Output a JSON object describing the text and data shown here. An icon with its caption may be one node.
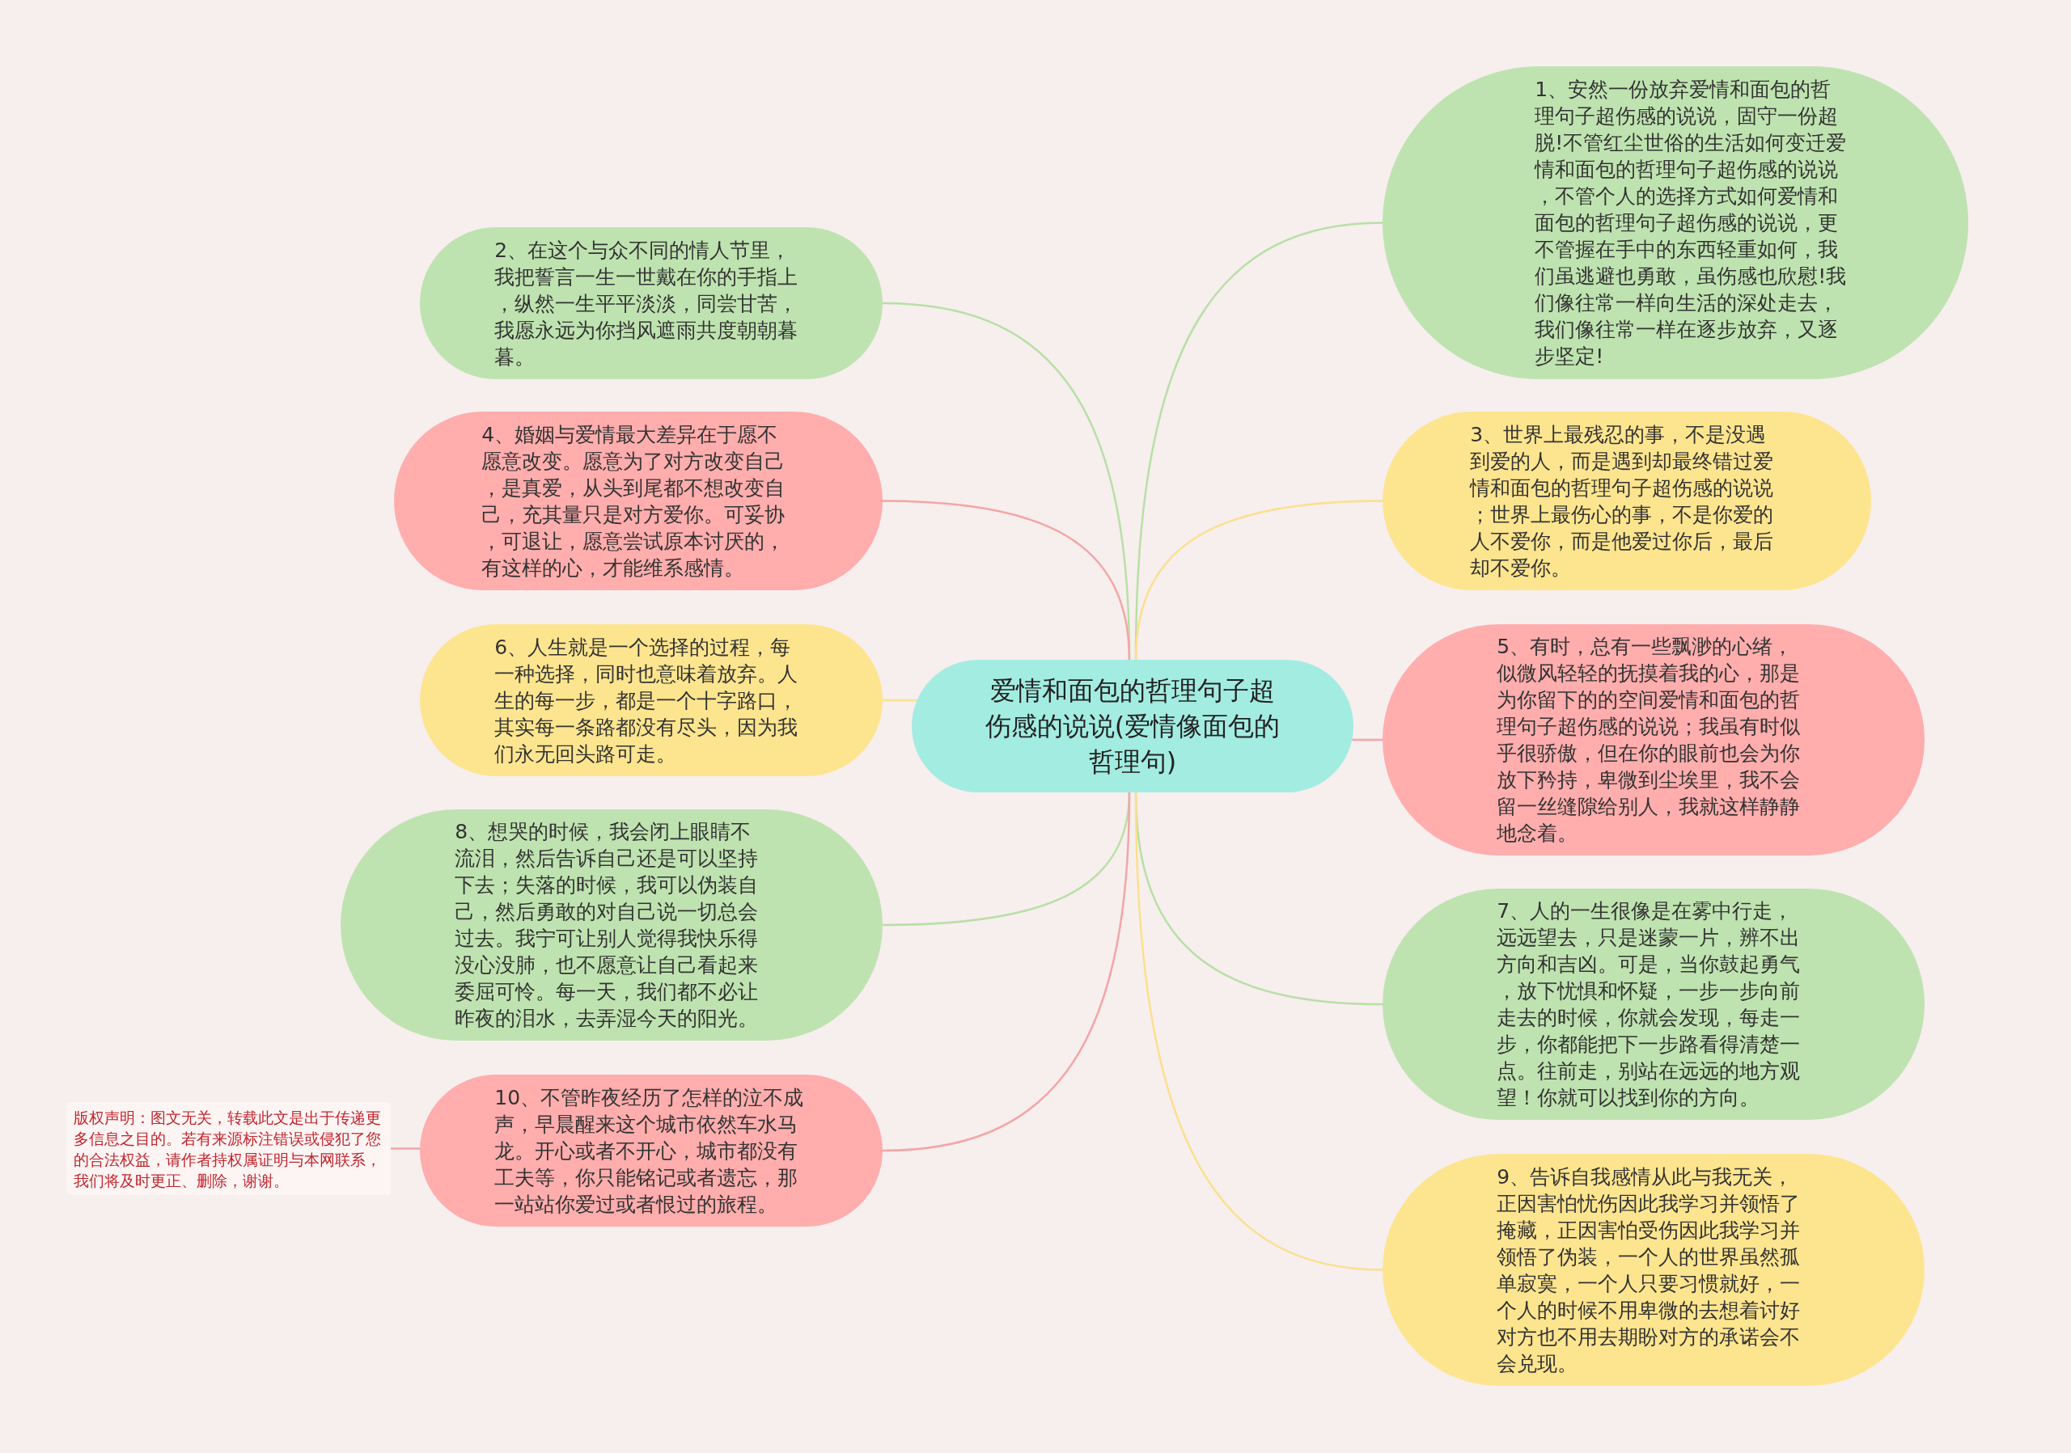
{
  "diagram": {
    "nodes": [
      {
        "text": [
          "爱情和面包的哲理句子超伤感的说说(爱情像面包的哲理句)"
        ]
      },
      {
        "text": [
          "1、安然一份放弃爱情和面包的哲理句子超伤感的说说，固守一份超脱!不管红尘世俗的生活如何变迁爱情和面包的哲理句子超伤感的说说，不管个人的选择方式如何爱情和面包的哲理句子超伤感的说说，更不管握在手中的东西轻重如何，我们虽逃避也勇敢，虽伤感也欣慰!我们像往常一样向生活的深处走去，我们像往常一样在逐步放弃，又逐步坚定!"
        ]
      },
      {
        "text": [
          "2、在这个与众不同的情人节里，我把誓言一生一世戴在你的手指上，纵然一生平平淡淡，同尝甘苦，我愿永远为你挡风遮雨共度朝朝暮暮。"
        ]
      },
      {
        "text": [
          "3、世界上最残忍的事，不是没遇到爱的人，而是遇到却最终错过爱情和面包的哲理句子超伤感的说说；世界上最伤心的事，不是你爱的人不爱你，而是他爱过你后，最后却不爱你。"
        ]
      },
      {
        "text": [
          "4、婚姻与爱情最大差异在于愿不愿意改变。愿意为了对方改变自己，是真爱，从头到尾都不想改变自己，充其量只是对方爱你。可妥协，可退让，愿意尝试原本讨厌的，有这样的心，才能维系感情。"
        ]
      },
      {
        "text": [
          "5、有时，总有一些飘渺的心绪，似微风轻轻的抚摸着我的心，那是为你留下的的空间爱情和面包的哲理句子超伤感的说说；我虽有时似乎很骄傲，但在你的眼前也会为你放下矜持，卑微到尘埃里，我不会留一丝缝隙给别人，我就这样静静地念着。"
        ]
      },
      {
        "text": [
          "6、人生就是一个选择的过程，每一种选择，同时也意味着放弃。人生的每一步，都是一个十字路口，其实每一条路都没有尽头，因为我们永无回头路可走。"
        ]
      },
      {
        "text": [
          "7、人的一生很像是在雾中行走，远远望去，只是迷蒙一片，辨不出方向和吉凶。可是，当你鼓起勇气，放下忧惧和怀疑，一步一步向前走去的时候，你就会发现，每走一步，你都能把下一步路看得清楚一点。往前走，别站在远远的地方观望！你就可以找到你的方向。"
        ]
      },
      {
        "text": [
          "8、想哭的时候，我会闭上眼睛不流泪，然后告诉自己还是可以坚持下去；失落的时候，我可以伪装自己，然后勇敢的对自己说一切总会过去。我宁可让别人觉得我快乐得没心没肺，也不愿意让自己看起来委屈可怜。每一天，我们都不必让昨夜的泪水，去弄湿今天的阳光。"
        ]
      },
      {
        "text": [
          "9、告诉自我感情从此与我无关，正因害怕忧伤因此我学习并领悟了掩藏，正因害怕受伤因此我学习并领悟了伪装，一个人的世界虽然孤单寂寞，一个人只要习惯就好，一个人的时候不用卑微的去想着讨好对方也不用去期盼对方的承诺会不会兑现。"
        ]
      },
      {
        "text": [
          "10、不管昨夜经历了怎样的泣不成声，早晨醒来这个城市依然车水马龙。开心或者不开心，城市都没有工夫等，你只能铭记或者遗忘，那一站站你爱过或者恨过的旅程。"
        ]
      },
      {
        "text": [
          "版权声明：图文无关，转载此文是出于传递更多信息之目的。若有来源标注错误或侵犯了您的合法权益，请作者持权属证明与本网联系，我们将及时更正、删除，谢谢。"
        ]
      }
    ],
    "edges": [
      {
        "from": 0,
        "to": 1,
        "arrow": "none",
        "color": "#b7e0a5"
      },
      {
        "from": 0,
        "to": 2,
        "arrow": "none",
        "color": "#b7e0a5"
      },
      {
        "from": 0,
        "to": 3,
        "arrow": "none",
        "color": "#fbe08c"
      },
      {
        "from": 0,
        "to": 4,
        "arrow": "none",
        "color": "#f4a5a5"
      },
      {
        "from": 0,
        "to": 5,
        "arrow": "none",
        "color": "#f4a5a5"
      },
      {
        "from": 0,
        "to": 6,
        "arrow": "none",
        "color": "#fbe08c"
      },
      {
        "from": 0,
        "to": 7,
        "arrow": "none",
        "color": "#b7e0a5"
      },
      {
        "from": 0,
        "to": 8,
        "arrow": "none",
        "color": "#b7e0a5"
      },
      {
        "from": 0,
        "to": 9,
        "arrow": "none",
        "color": "#fbe08c"
      },
      {
        "from": 0,
        "to": 10,
        "arrow": "none",
        "color": "#f4a5a5"
      },
      {
        "from": 10,
        "to": 11,
        "arrow": "none",
        "color": "#f4a5a5"
      }
    ]
  }
}
